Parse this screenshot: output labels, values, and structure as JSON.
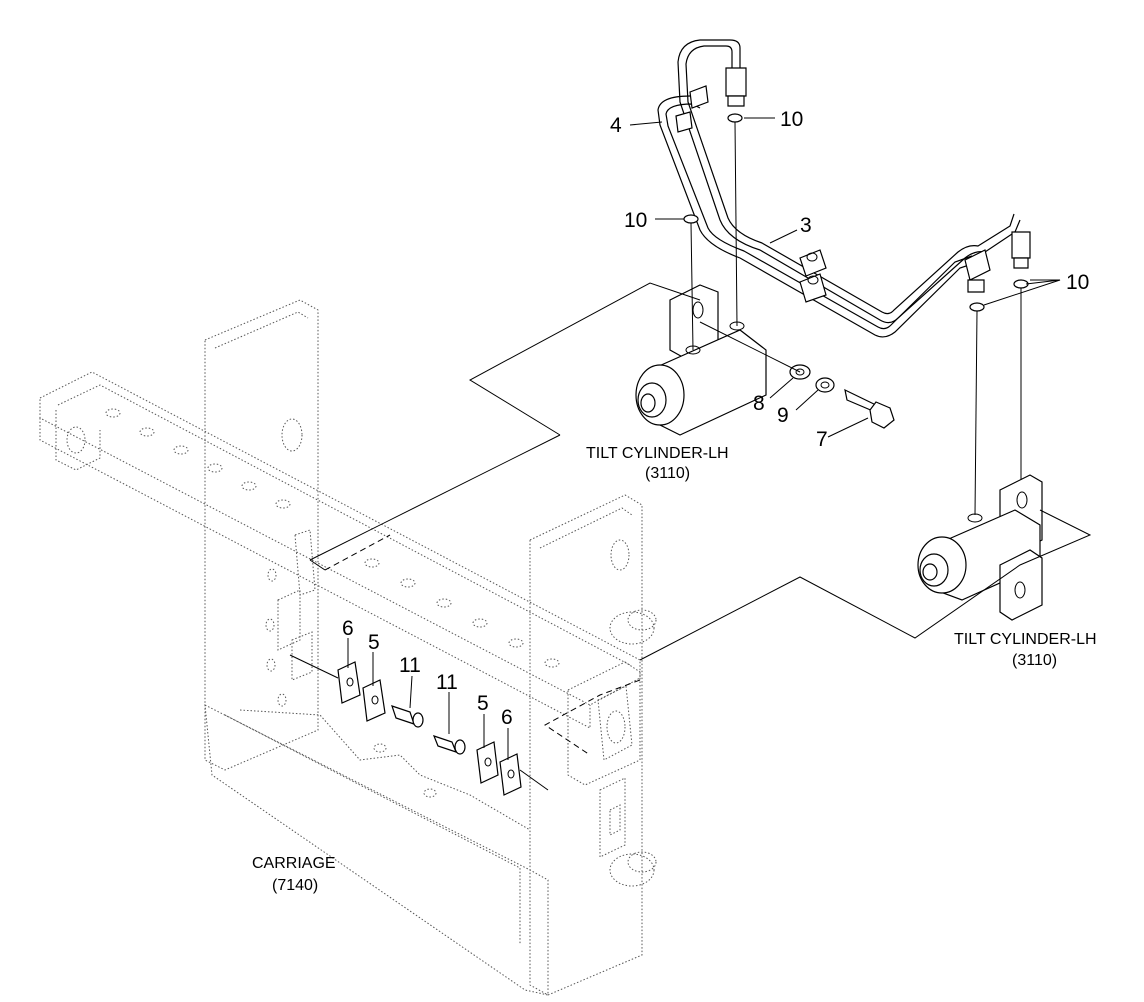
{
  "callouts": {
    "c3": "3",
    "c4": "4",
    "c5a": "5",
    "c5b": "5",
    "c6a": "6",
    "c6b": "6",
    "c7": "7",
    "c8": "8",
    "c9": "9",
    "c10a": "10",
    "c10b": "10",
    "c10c": "10",
    "c11a": "11",
    "c11b": "11"
  },
  "captions": {
    "tilt_upper_name": "TILT CYLINDER-LH",
    "tilt_upper_code": "(3110)",
    "tilt_lower_name": "TILT CYLINDER-LH",
    "tilt_lower_code": "(3110)",
    "carriage_name": "CARRIAGE",
    "carriage_code": "(7140)"
  }
}
